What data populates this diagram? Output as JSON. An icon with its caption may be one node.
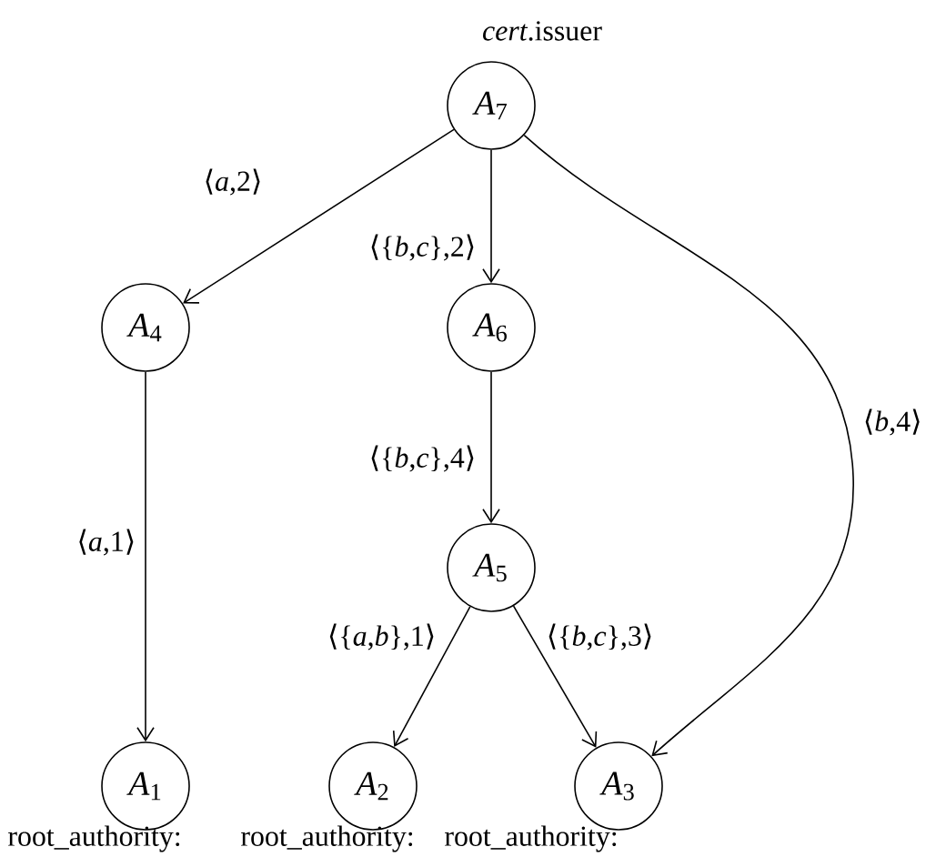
{
  "diagram": {
    "nodes": [
      {
        "text": [
          "*A*$_{7}$"
        ],
        "beside": [
          "*cert*.issuer"
        ]
      },
      {
        "text": [
          "*A*$_{4}$"
        ]
      },
      {
        "text": [
          "*A*$_{6}$"
        ]
      },
      {
        "text": [
          "*A*$_{5}$"
        ]
      },
      {
        "text": [
          "*A*$_{1}$"
        ],
        "beside": [
          "root_authority:"
        ]
      },
      {
        "text": [
          "*A*$_{2}$"
        ],
        "beside": [
          "root_authority:"
        ]
      },
      {
        "text": [
          "*A*$_{3}$"
        ],
        "beside": [
          "root_authority:"
        ]
      }
    ],
    "edges": [
      {
        "from": 0,
        "to": 1,
        "arrow": "to",
        "label": "⟨*a*,2⟩"
      },
      {
        "from": 0,
        "to": 2,
        "arrow": "to",
        "label": "⟨{*b*,*c*},2⟩"
      },
      {
        "from": 0,
        "to": 6,
        "arrow": "to",
        "label": "⟨*b*,4⟩"
      },
      {
        "from": 1,
        "to": 4,
        "arrow": "to",
        "label": "⟨*a*,1⟩"
      },
      {
        "from": 2,
        "to": 3,
        "arrow": "to",
        "label": "⟨{*b*,*c*},4⟩"
      },
      {
        "from": 3,
        "to": 5,
        "arrow": "to",
        "label": "⟨{*a*,*b*},1⟩"
      },
      {
        "from": 3,
        "to": 6,
        "arrow": "to",
        "label": "⟨{*b*,*c*},3⟩"
      }
    ]
  }
}
